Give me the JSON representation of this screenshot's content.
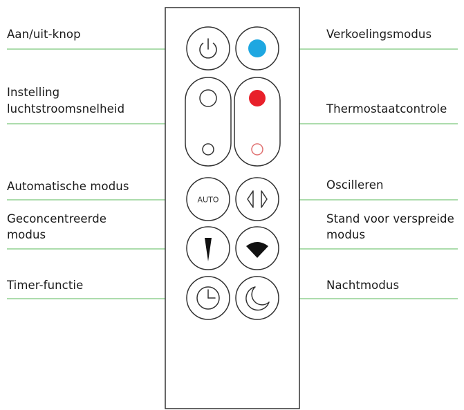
{
  "labels": {
    "power": "Aan/uit-knop",
    "airflow_line1": "Instelling",
    "airflow_line2": "luchtstroomsnelheid",
    "auto": "Automatische modus",
    "focused_line1": "Geconcentreerde",
    "focused_line2": "modus",
    "timer": "Timer-functie",
    "cooling": "Verkoelingsmodus",
    "thermostat": "Thermostaatcontrole",
    "oscillate": "Oscilleren",
    "diffused_line1": "Stand voor verspreide",
    "diffused_line2": "modus",
    "night": "Nachtmodus"
  },
  "auto_button_text": "AUTO",
  "colors": {
    "leader_line": "#7ac77a",
    "remote_outline": "#333333",
    "cooling_dot": "#1ea7e1",
    "heat_dot": "#e8202a",
    "heat_small_ring": "#e07070"
  },
  "icons": [
    "power-icon",
    "cooling-dot-icon",
    "fan-speed-up-icon",
    "fan-speed-down-icon",
    "heat-up-icon",
    "heat-down-icon",
    "oscillate-icon",
    "focused-mode-icon",
    "diffused-mode-icon",
    "timer-icon",
    "night-mode-icon"
  ]
}
